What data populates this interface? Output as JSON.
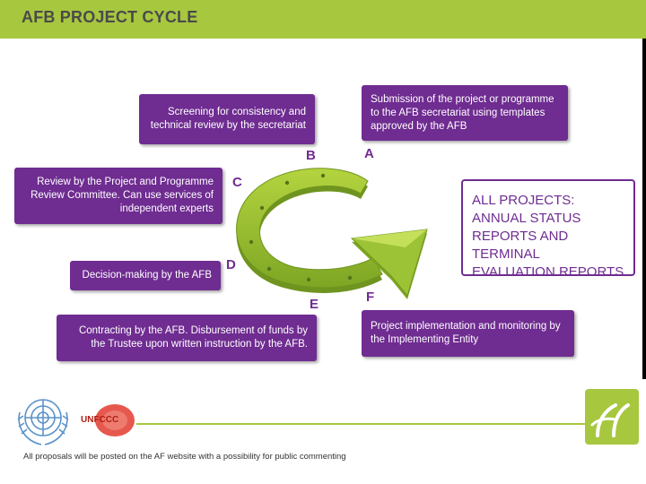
{
  "header": {
    "title": "AFB PROJECT CYCLE"
  },
  "stages": {
    "a": {
      "letter": "A",
      "text": "Submission of the project or programme to the AFB secretariat using templates approved by the AFB"
    },
    "b": {
      "letter": "B",
      "text": "Screening for consistency and technical review by the secretariat"
    },
    "c": {
      "letter": "C",
      "text": "Review by the Project and Programme Review Committee. Can use services of independent experts"
    },
    "d": {
      "letter": "D",
      "text": "Decision-making by the AFB"
    },
    "e": {
      "letter": "E",
      "text": "Contracting by the AFB. Disbursement of funds by the Trustee upon written instruction by the AFB."
    },
    "f": {
      "letter": "F",
      "text": "Project implementation and monitoring by the Implementing Entity"
    }
  },
  "report": {
    "text": "ALL PROJECTS: ANNUAL STATUS REPORTS AND TERMINAL EVALUATION REPORTS"
  },
  "footer": {
    "note": "All proposals will be posted on the AF website with a possibility for public commenting",
    "unfccc_logo_text": "UNFCCC"
  },
  "colors": {
    "accent_green": "#a7c73f",
    "stage_purple": "#6f2c91",
    "arrow_green": "#8fb82e"
  },
  "icons": {
    "cycle": "curved-arrow-icon",
    "un": "un-emblem-icon",
    "unfccc": "unfccc-logo-icon",
    "af": "adaptation-fund-logo-icon"
  }
}
